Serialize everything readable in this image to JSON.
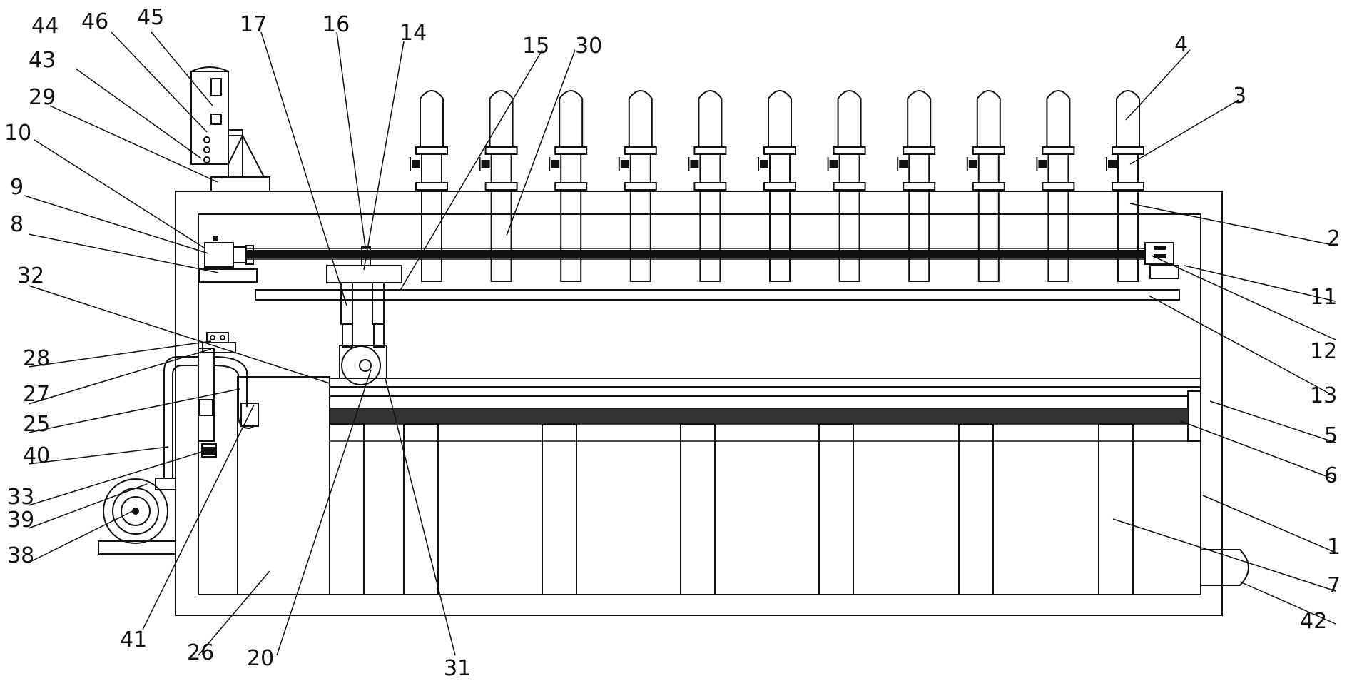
{
  "labels": {
    "l1": "1",
    "l2": "2",
    "l3": "3",
    "l4": "4",
    "l5": "5",
    "l6": "6",
    "l7": "7",
    "l8": "8",
    "l9": "9",
    "l10": "10",
    "l11": "11",
    "l12": "12",
    "l13": "13",
    "l14": "14",
    "l15": "15",
    "l16": "16",
    "l17": "17",
    "l20": "20",
    "l25": "25",
    "l26": "26",
    "l27": "27",
    "l28": "28",
    "l29": "29",
    "l30": "30",
    "l31": "31",
    "l32": "32",
    "l33": "33",
    "l38": "38",
    "l39": "39",
    "l40": "40",
    "l41": "41",
    "l42": "42",
    "l43": "43",
    "l44": "44",
    "l45": "45",
    "l46": "46"
  }
}
